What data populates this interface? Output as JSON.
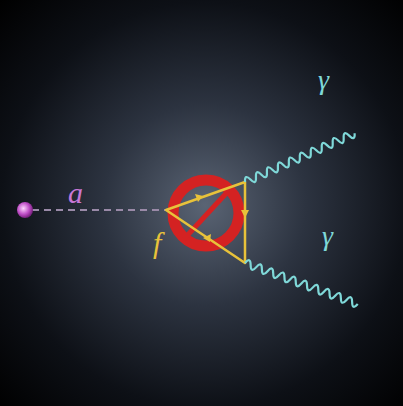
{
  "diagram": {
    "labels": [
      "a",
      "f",
      "γ",
      "γ"
    ]
  }
}
